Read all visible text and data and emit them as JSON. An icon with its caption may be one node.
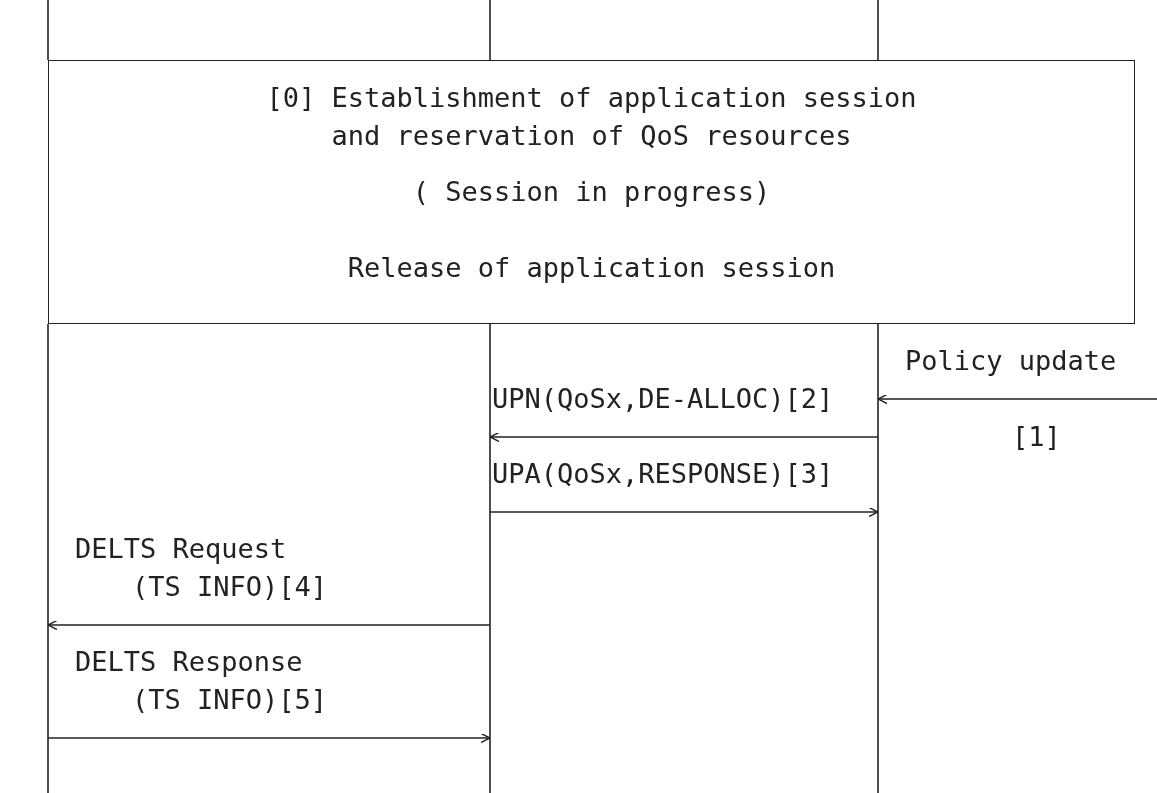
{
  "diagram": {
    "nodes": [
      {
        "text": [],
        "shape": "line"
      },
      {
        "text": [],
        "shape": "line"
      },
      {
        "text": [],
        "shape": "line"
      },
      {
        "text": [
          "[0] Establishment of application session and reservation of QoS resources",
          "( Session in progress)",
          "Release of application session"
        ]
      }
    ],
    "edges": [
      {
        "from": null,
        "to": 2,
        "arrow": "to",
        "label": "Policy update"
      },
      {
        "from": 2,
        "to": 1,
        "arrow": "to",
        "label": "UPN(QoSx,DE-ALLOC)[2]"
      },
      {
        "from": 1,
        "to": 2,
        "arrow": "to",
        "label": "UPA(QoSx,RESPONSE)[3]"
      },
      {
        "from": 1,
        "to": 0,
        "arrow": "to",
        "label": "DELTS Request (TS INFO)[4]"
      },
      {
        "from": 0,
        "to": 1,
        "arrow": "to",
        "label": "DELTS Response (TS INFO)[5]"
      }
    ],
    "labels": [
      "[1]"
    ]
  }
}
